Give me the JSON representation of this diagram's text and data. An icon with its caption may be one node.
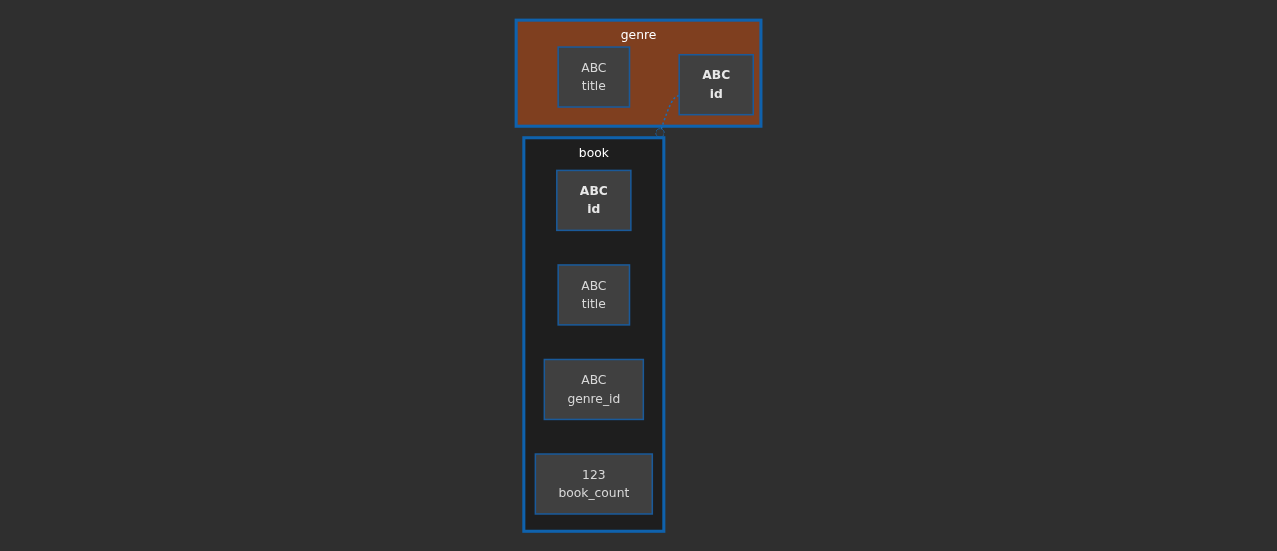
{
  "diagram": {
    "nodes": [
      {
        "text": [
          "book"
        ]
      },
      {
        "text": [
          "ABC",
          "id"
        ],
        "in": 0
      },
      {
        "text": [
          "ABC",
          "title"
        ],
        "in": 0
      },
      {
        "text": [
          "ABC",
          "genre_id"
        ],
        "in": 0
      },
      {
        "text": [
          "123",
          "book_count"
        ],
        "in": 0
      },
      {
        "text": [
          "genre"
        ]
      },
      {
        "text": [
          "ABC",
          "id"
        ],
        "in": 5
      },
      {
        "text": [
          "ABC",
          "title"
        ],
        "in": 5
      }
    ],
    "edges": [
      {
        "from": 0,
        "to": 6,
        "arrow": "other",
        "style": "dashed"
      }
    ]
  }
}
